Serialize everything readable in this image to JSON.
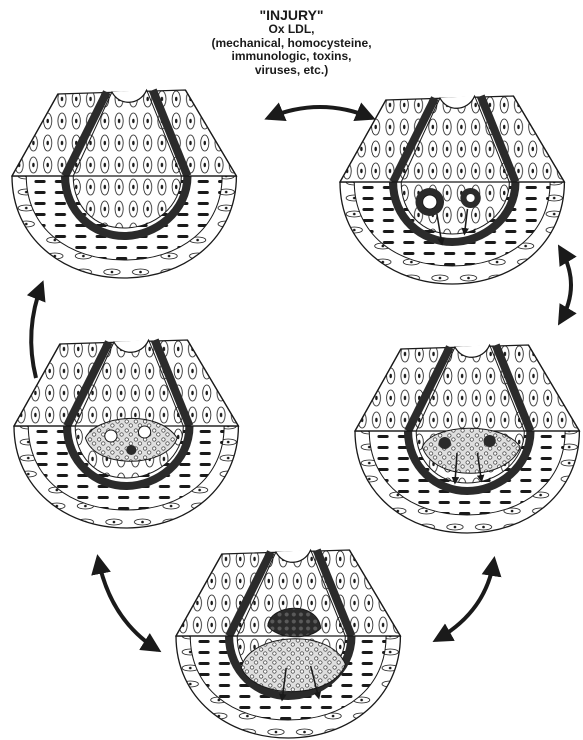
{
  "caption": {
    "title": "\"INJURY\"",
    "line1": "Ox LDL,",
    "line2": "(mechanical, homocysteine,",
    "line3": "immunologic, toxins,",
    "line4": "viruses, etc.)"
  },
  "stages": [
    {
      "id": "normal-artery",
      "lesion": "none"
    },
    {
      "id": "monocyte-adhesion",
      "lesion": "adhering-cells"
    },
    {
      "id": "fatty-streak",
      "lesion": "foam-cells"
    },
    {
      "id": "intermediate-lesion",
      "lesion": "foam-cells-and-migration"
    },
    {
      "id": "fibrous-plaque",
      "lesion": "advanced-plaque"
    }
  ],
  "colors": {
    "ink": "#1a1a1a",
    "paper": "#ffffff",
    "muscle": "#2b2b2b"
  }
}
